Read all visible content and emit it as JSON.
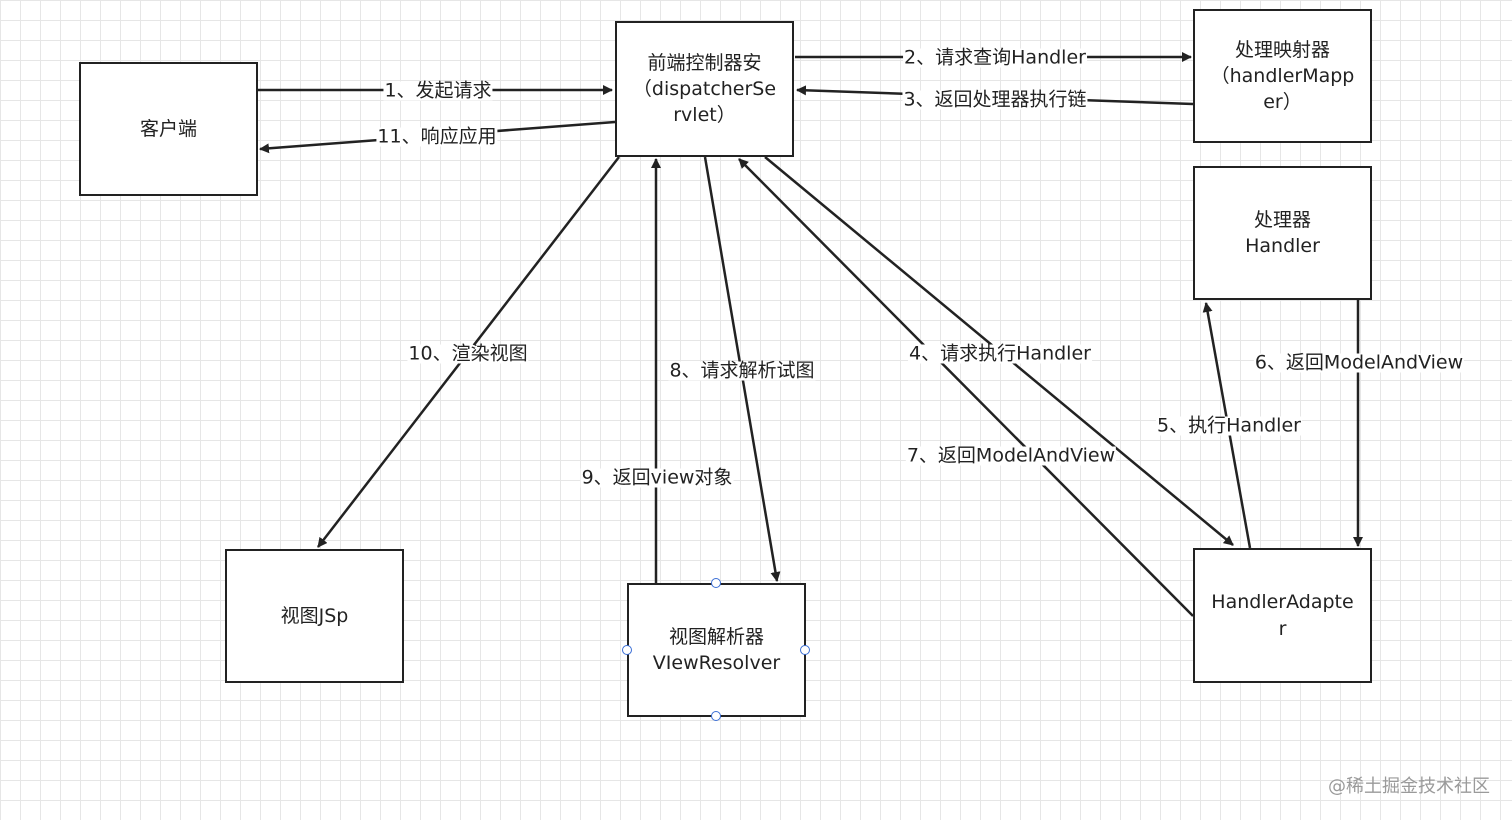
{
  "nodes": {
    "client": {
      "lines": [
        "客户端"
      ]
    },
    "dispatcher": {
      "lines": [
        "前端控制器安",
        "（dispatcherSe",
        "rvlet）"
      ]
    },
    "handler_mapping": {
      "lines": [
        "处理映射器",
        "（handlerMapp",
        "er）"
      ]
    },
    "handler": {
      "lines": [
        "处理器",
        "Handler"
      ]
    },
    "handler_adapter": {
      "lines": [
        "HandlerAdapte",
        "r"
      ]
    },
    "view_jsp": {
      "lines": [
        "视图JSp"
      ]
    },
    "view_resolver": {
      "lines": [
        "视图解析器",
        "VIewResolver"
      ]
    }
  },
  "edges": {
    "e1": {
      "label": "1、发起请求",
      "from": "client",
      "to": "dispatcher"
    },
    "e2": {
      "label": "2、请求查询Handler",
      "from": "dispatcher",
      "to": "handler_mapping"
    },
    "e3": {
      "label": "3、返回处理器执行链",
      "from": "handler_mapping",
      "to": "dispatcher"
    },
    "e4": {
      "label": "4、请求执行Handler",
      "from": "dispatcher",
      "to": "handler_adapter"
    },
    "e5": {
      "label": "5、执行Handler",
      "from": "handler_adapter",
      "to": "handler"
    },
    "e6": {
      "label": "6、返回ModelAndView",
      "from": "handler",
      "to": "handler_adapter"
    },
    "e7": {
      "label": "7、返回ModelAndView",
      "from": "handler_adapter",
      "to": "dispatcher"
    },
    "e8": {
      "label": "8、请求解析试图",
      "from": "dispatcher",
      "to": "view_resolver"
    },
    "e9": {
      "label": "9、返回view对象",
      "from": "view_resolver",
      "to": "dispatcher"
    },
    "e10": {
      "label": "10、渲染视图",
      "from": "dispatcher",
      "to": "view_jsp"
    },
    "e11": {
      "label": "11、响应应用",
      "from": "dispatcher",
      "to": "client"
    }
  },
  "watermark": "@稀土掘金技术社区"
}
